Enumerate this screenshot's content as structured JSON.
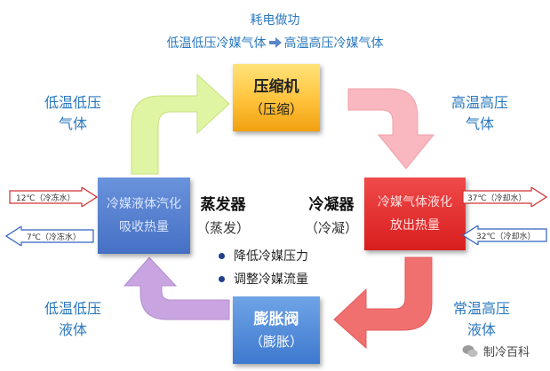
{
  "top": {
    "line1": "耗电做功",
    "line2_left": "低温低压冷媒气体",
    "line2_right": "高温高压冷媒气体"
  },
  "labels": {
    "low_gas_1": "低温低压",
    "low_gas_2": "气体",
    "high_gas_1": "高温高压",
    "high_gas_2": "气体",
    "low_liquid_1": "低温低压",
    "low_liquid_2": "液体",
    "norm_liquid_1": "常温高压",
    "norm_liquid_2": "液体"
  },
  "compressor": {
    "name": "压缩机",
    "sub": "（压缩）"
  },
  "evaporator_box": {
    "line1": "冷媒液体汽化",
    "line2": "吸收热量"
  },
  "condenser_box": {
    "line1": "冷媒气体液化",
    "line2": "放出热量"
  },
  "valve": {
    "name": "膨胀阀",
    "sub": "（膨胀）"
  },
  "evaporator_label": {
    "name": "蒸发器",
    "sub": "（蒸发）"
  },
  "condenser_label": {
    "name": "冷凝器",
    "sub": "（冷凝）"
  },
  "bullets": [
    "降低冷媒压力",
    "调整冷媒流量"
  ],
  "temps": {
    "evap_in": "12℃（冷冻水）",
    "evap_out": "7℃（冷冻水）",
    "cond_out": "37℃（冷却水）",
    "cond_in": "32℃（冷却水）"
  },
  "watermark": {
    "text": "制冷百科"
  },
  "colors": {
    "arrow_green": "#dff5a3",
    "arrow_pink": "#f9b8c0",
    "arrow_red": "#f07070",
    "arrow_purple": "#c8a4e0",
    "text_blue": "#2a78bf"
  }
}
